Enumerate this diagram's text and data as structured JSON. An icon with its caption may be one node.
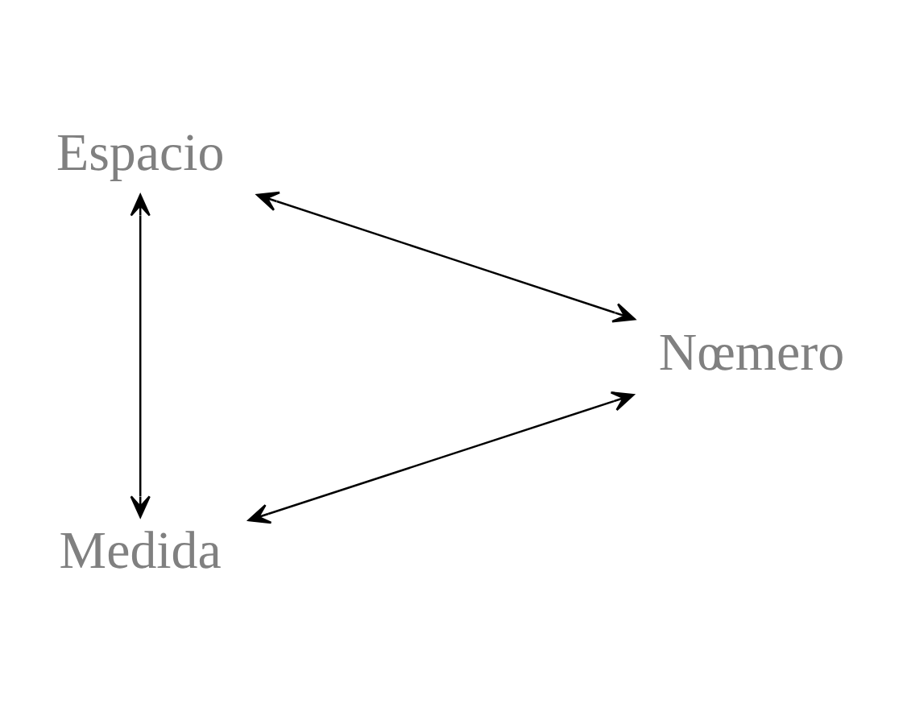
{
  "diagram": {
    "nodes": [
      {
        "text": [
          "Espacio"
        ]
      },
      {
        "text": [
          "Nœmero"
        ]
      },
      {
        "text": [
          "Medida"
        ]
      }
    ],
    "edges": [
      {
        "from": 0,
        "to": 2,
        "arrow": "both"
      },
      {
        "from": 0,
        "to": 1,
        "arrow": "both"
      },
      {
        "from": 2,
        "to": 1,
        "arrow": "both"
      }
    ]
  }
}
